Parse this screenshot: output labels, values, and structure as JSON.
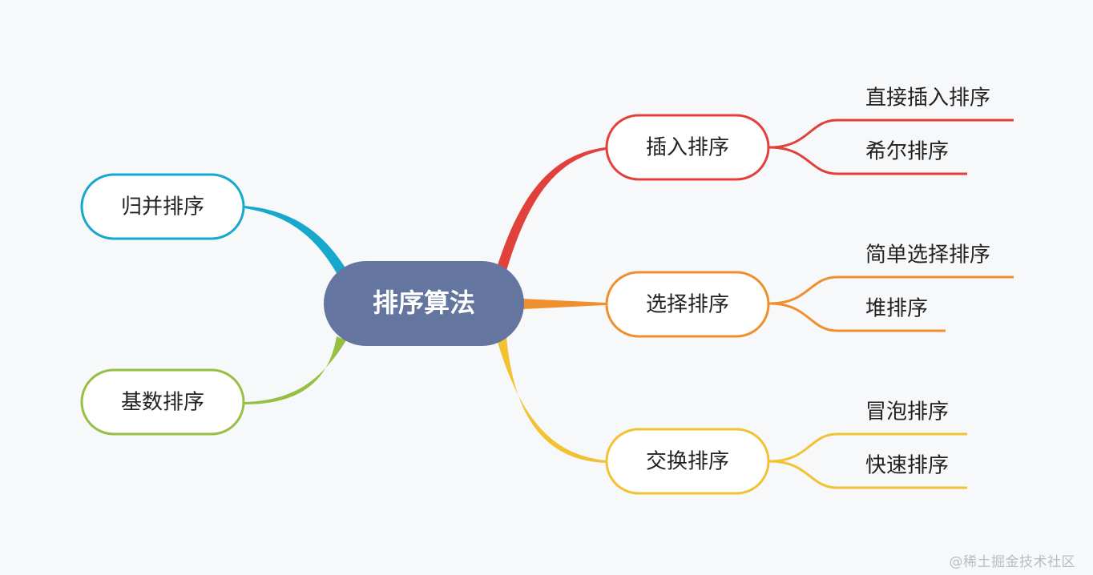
{
  "root": {
    "label": "排序算法",
    "color": "#6475a0"
  },
  "branches": [
    {
      "key": "insertion",
      "label": "插入排序",
      "color": "#e0413b",
      "children": [
        "直接插入排序",
        "希尔排序"
      ]
    },
    {
      "key": "selection",
      "label": "选择排序",
      "color": "#ef8f2d",
      "children": [
        "简单选择排序",
        "堆排序"
      ]
    },
    {
      "key": "exchange",
      "label": "交换排序",
      "color": "#f2c232",
      "children": [
        "冒泡排序",
        "快速排序"
      ]
    },
    {
      "key": "merge",
      "label": "归并排序",
      "color": "#17a8cc",
      "children": []
    },
    {
      "key": "radix",
      "label": "基数排序",
      "color": "#96c044",
      "children": []
    }
  ],
  "watermark": "@稀土掘金技术社区"
}
